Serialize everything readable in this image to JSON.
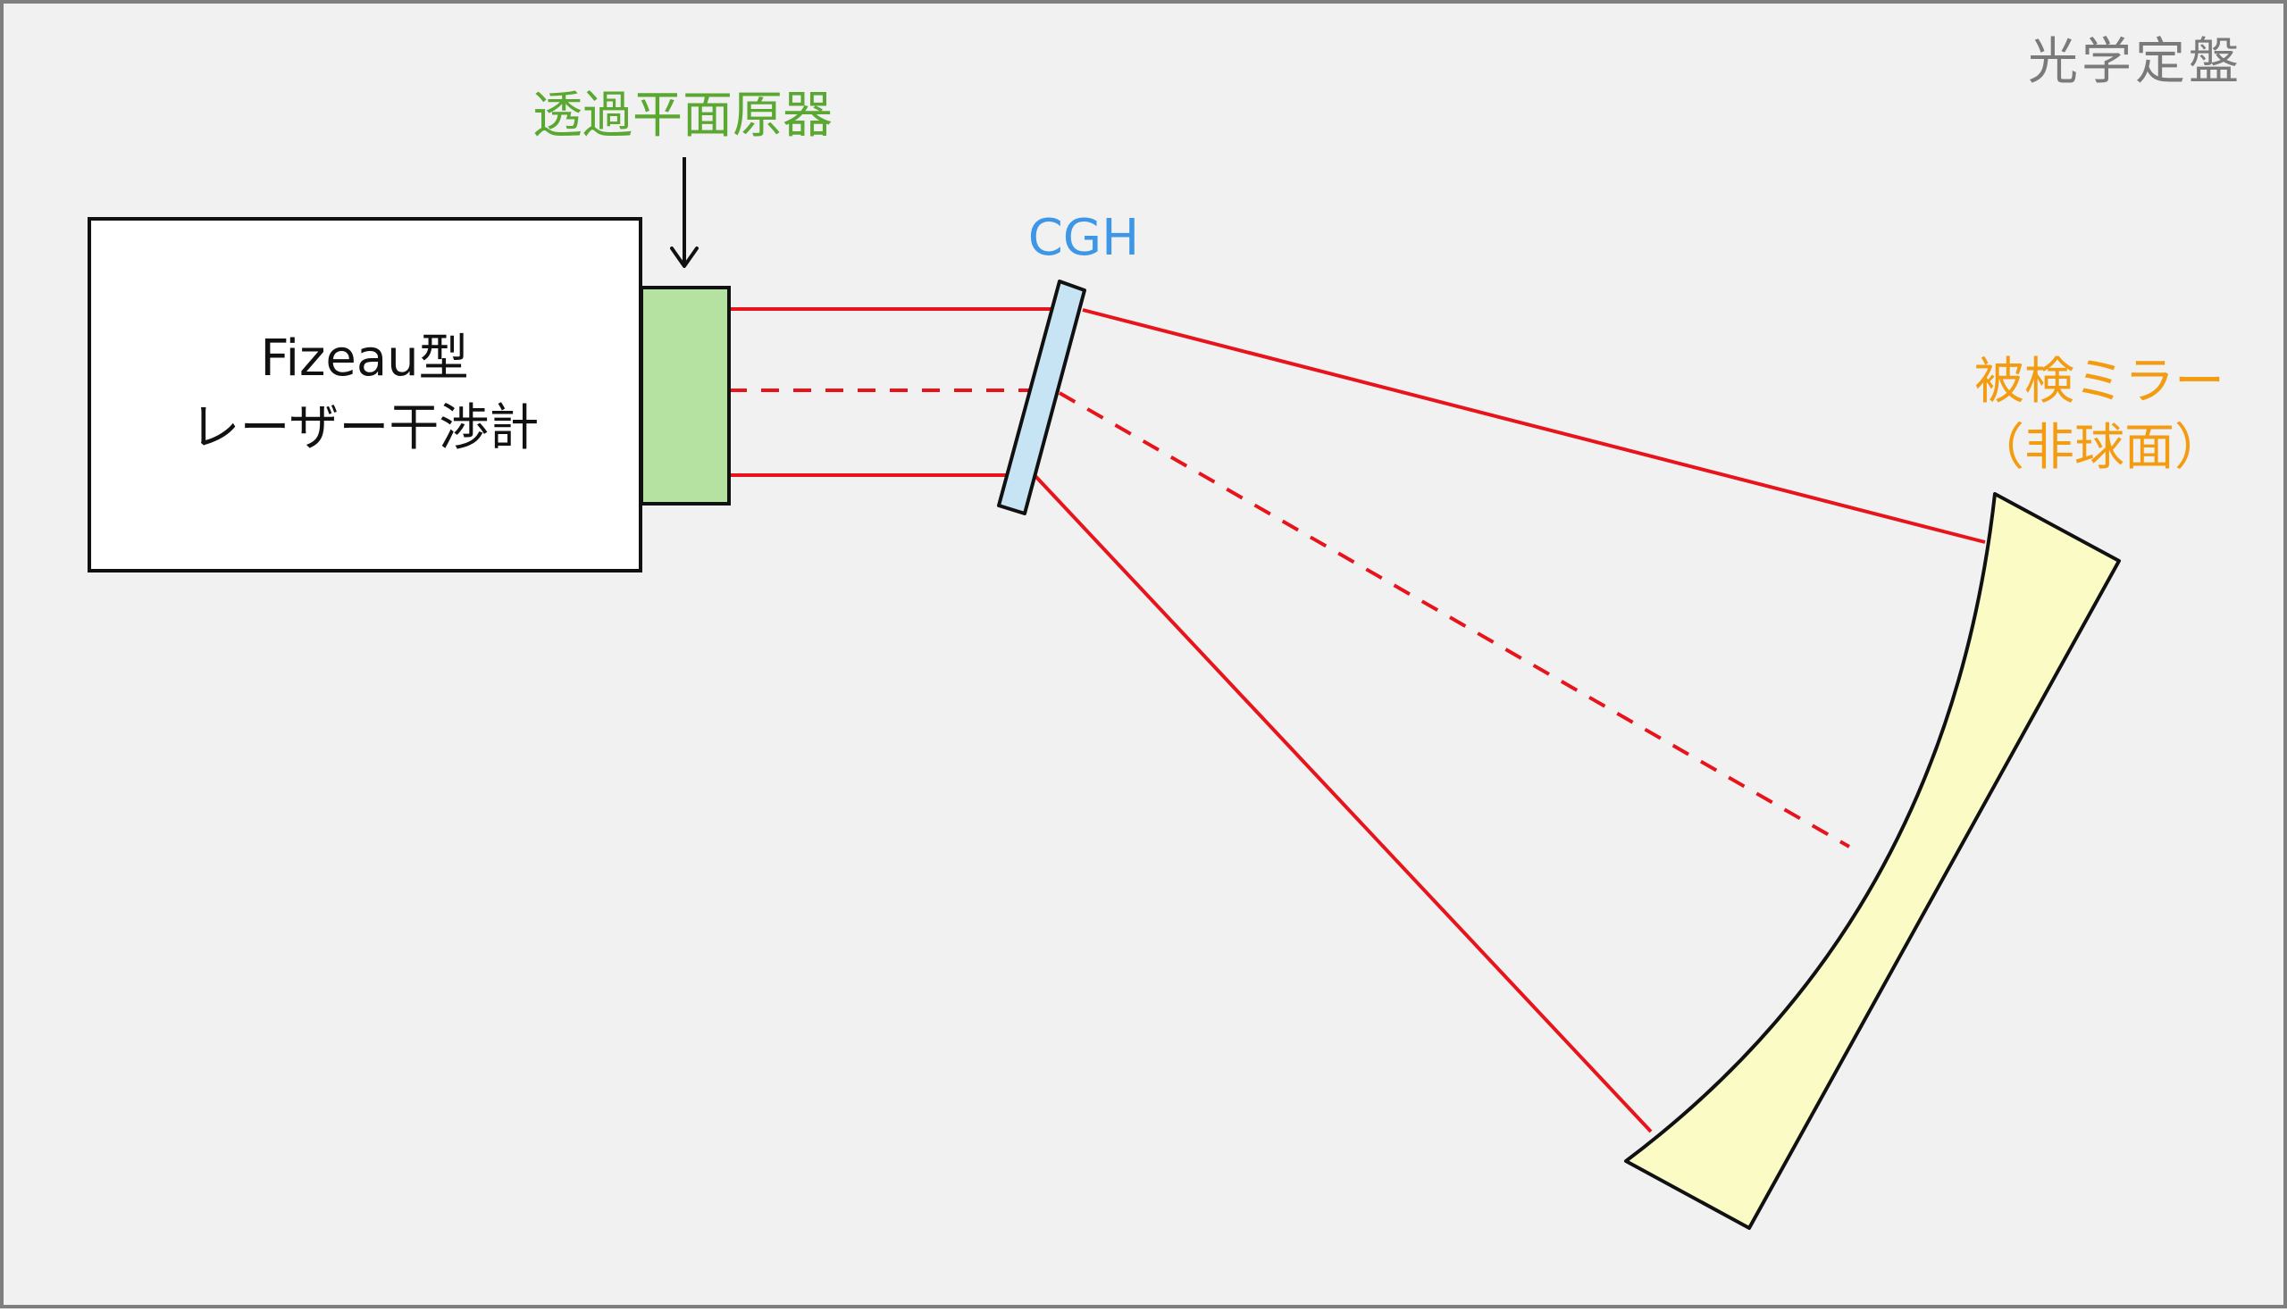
{
  "table_label": "光学定盤",
  "interferometer": {
    "line1": "Fizeau型",
    "line2": "レーザー干渉計"
  },
  "reference_flat_label": "透過平面原器",
  "cgh_label": "CGH",
  "mirror": {
    "line1": "被検ミラー",
    "line2": "（非球面）"
  },
  "colors": {
    "background": "#f1f1f1",
    "border": "#7f7f7f",
    "beam": "#e8141c",
    "reference_flat_fill": "#b5e2a0",
    "reference_flat_label": "#5aa832",
    "cgh_fill": "#c7e4f4",
    "cgh_label": "#3d96e6",
    "mirror_fill": "#fbfbc6",
    "mirror_label": "#f39c12",
    "table_label": "#7a7a7a"
  }
}
